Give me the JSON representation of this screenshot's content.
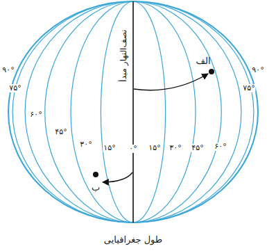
{
  "diagram": {
    "caption": "طول جغرافیایی",
    "labels": [
      "۹۰°",
      "۷۵°",
      "۶۰°",
      "۴۵°",
      "۳۰°",
      "۱۵°",
      "۰°",
      "۱۵°",
      "۳۰°",
      "۴۵°",
      "۶۰°",
      "۷۵°",
      "۹۰°",
      "نصف‌النهار مبدأ",
      "الف",
      "ب"
    ]
  }
}
